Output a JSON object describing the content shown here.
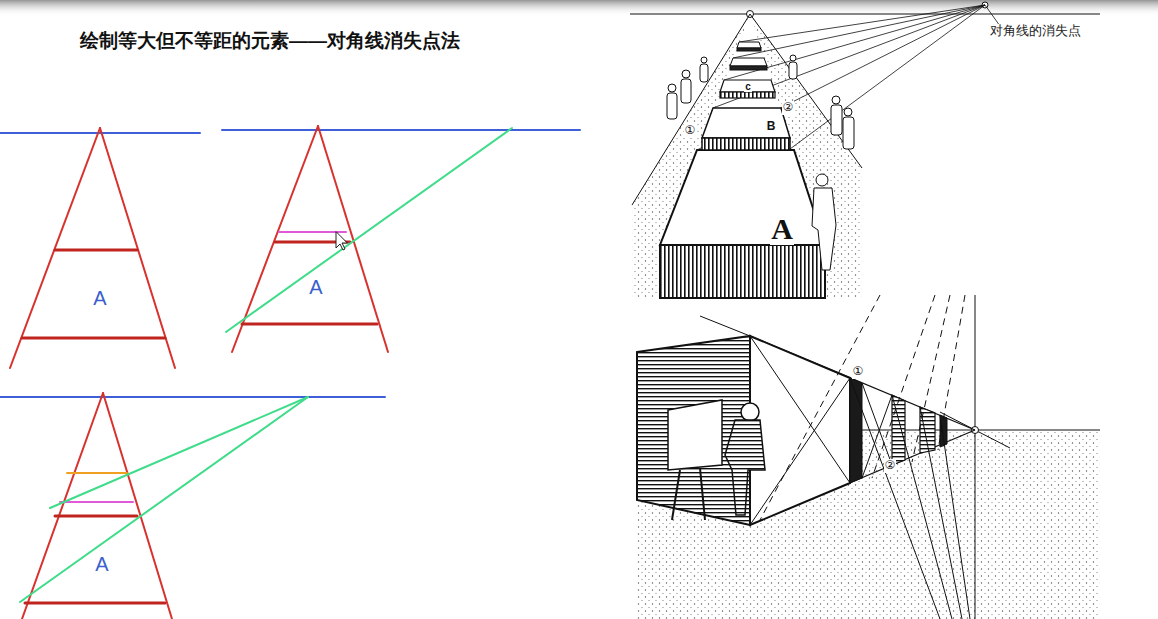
{
  "diagram": {
    "title": "绘制等大但不等距的元素——对角线消失点法",
    "labels": [
      "对角线的消失点",
      "A",
      "A",
      "①",
      "c",
      "②",
      "B",
      "A",
      "A",
      "①",
      "②"
    ]
  }
}
